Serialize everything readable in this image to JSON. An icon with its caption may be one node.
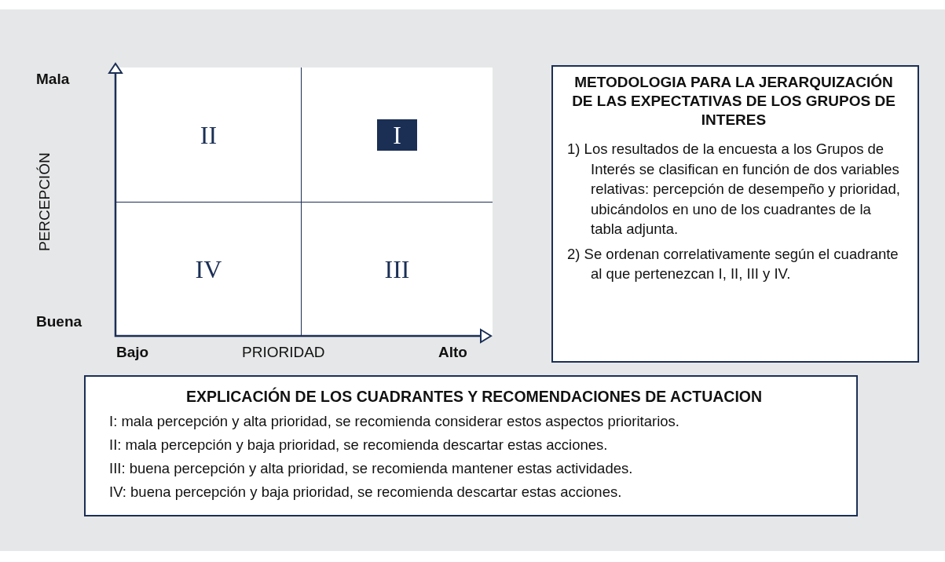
{
  "diagram": {
    "nodes": [
      {
        "text": [
          "II"
        ]
      },
      {
        "text": [
          "I"
        ]
      },
      {
        "text": [
          "IV"
        ]
      },
      {
        "text": [
          "III"
        ]
      },
      {
        "text": [
          "METODOLOGIA PARA LA JERARQUIZACIÓN DE LAS EXPECTATIVAS DE LOS GRUPOS DE INTERES",
          "1) Los resultados de la encuesta a los Grupos de Interés se clasifican en función de dos variables relativas: percepción de desempeño y prioridad, ubicándolos en uno de los cuadrantes de la tabla adjunta.",
          "2) Se ordenan correlativamente según el cuadrante al que pertenezcan I, II, III y IV."
        ]
      },
      {
        "text": [
          "EXPLICACIÓN DE LOS CUADRANTES Y RECOMENDACIONES DE ACTUACION",
          "I: mala percepción y alta prioridad, se recomienda considerar estos aspectos prioritarios.",
          "II: mala percepción y baja prioridad, se recomienda descartar estas acciones.",
          "III: buena percepción y alta prioridad, se recomienda mantener estas actividades.",
          "IV: buena percepción y baja prioridad, se recomienda descartar estas acciones."
        ]
      }
    ],
    "labels": [
      "Mala",
      "PERCEPCIÓN",
      "Buena",
      "Bajo",
      "PRIORIDAD",
      "Alto"
    ]
  }
}
